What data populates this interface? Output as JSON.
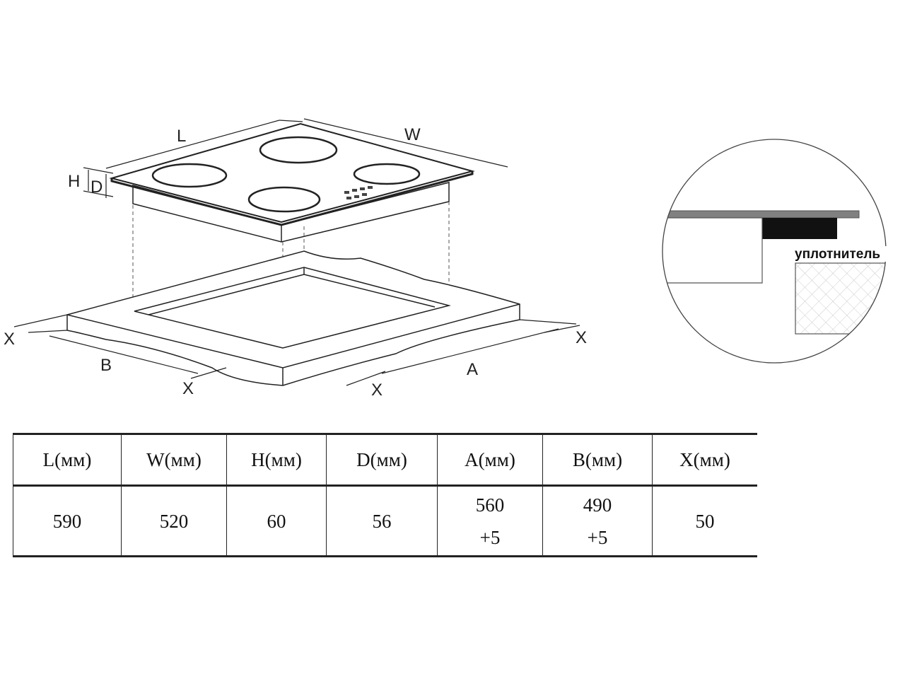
{
  "diagram": {
    "labels": {
      "L": "L",
      "W": "W",
      "H": "H",
      "D": "D",
      "B": "B",
      "A": "A",
      "X": "X"
    },
    "detail_label": "уплотнитель"
  },
  "table": {
    "headers": [
      "L(мм)",
      "W(мм)",
      "H(мм)",
      "D(мм)",
      "A(мм)",
      "B(мм)",
      "X(мм)"
    ],
    "rows": [
      [
        [
          "590"
        ],
        [
          "520"
        ],
        [
          "60"
        ],
        [
          "56"
        ],
        [
          "560",
          "+5"
        ],
        [
          "490",
          "+5"
        ],
        [
          "50"
        ]
      ]
    ]
  }
}
